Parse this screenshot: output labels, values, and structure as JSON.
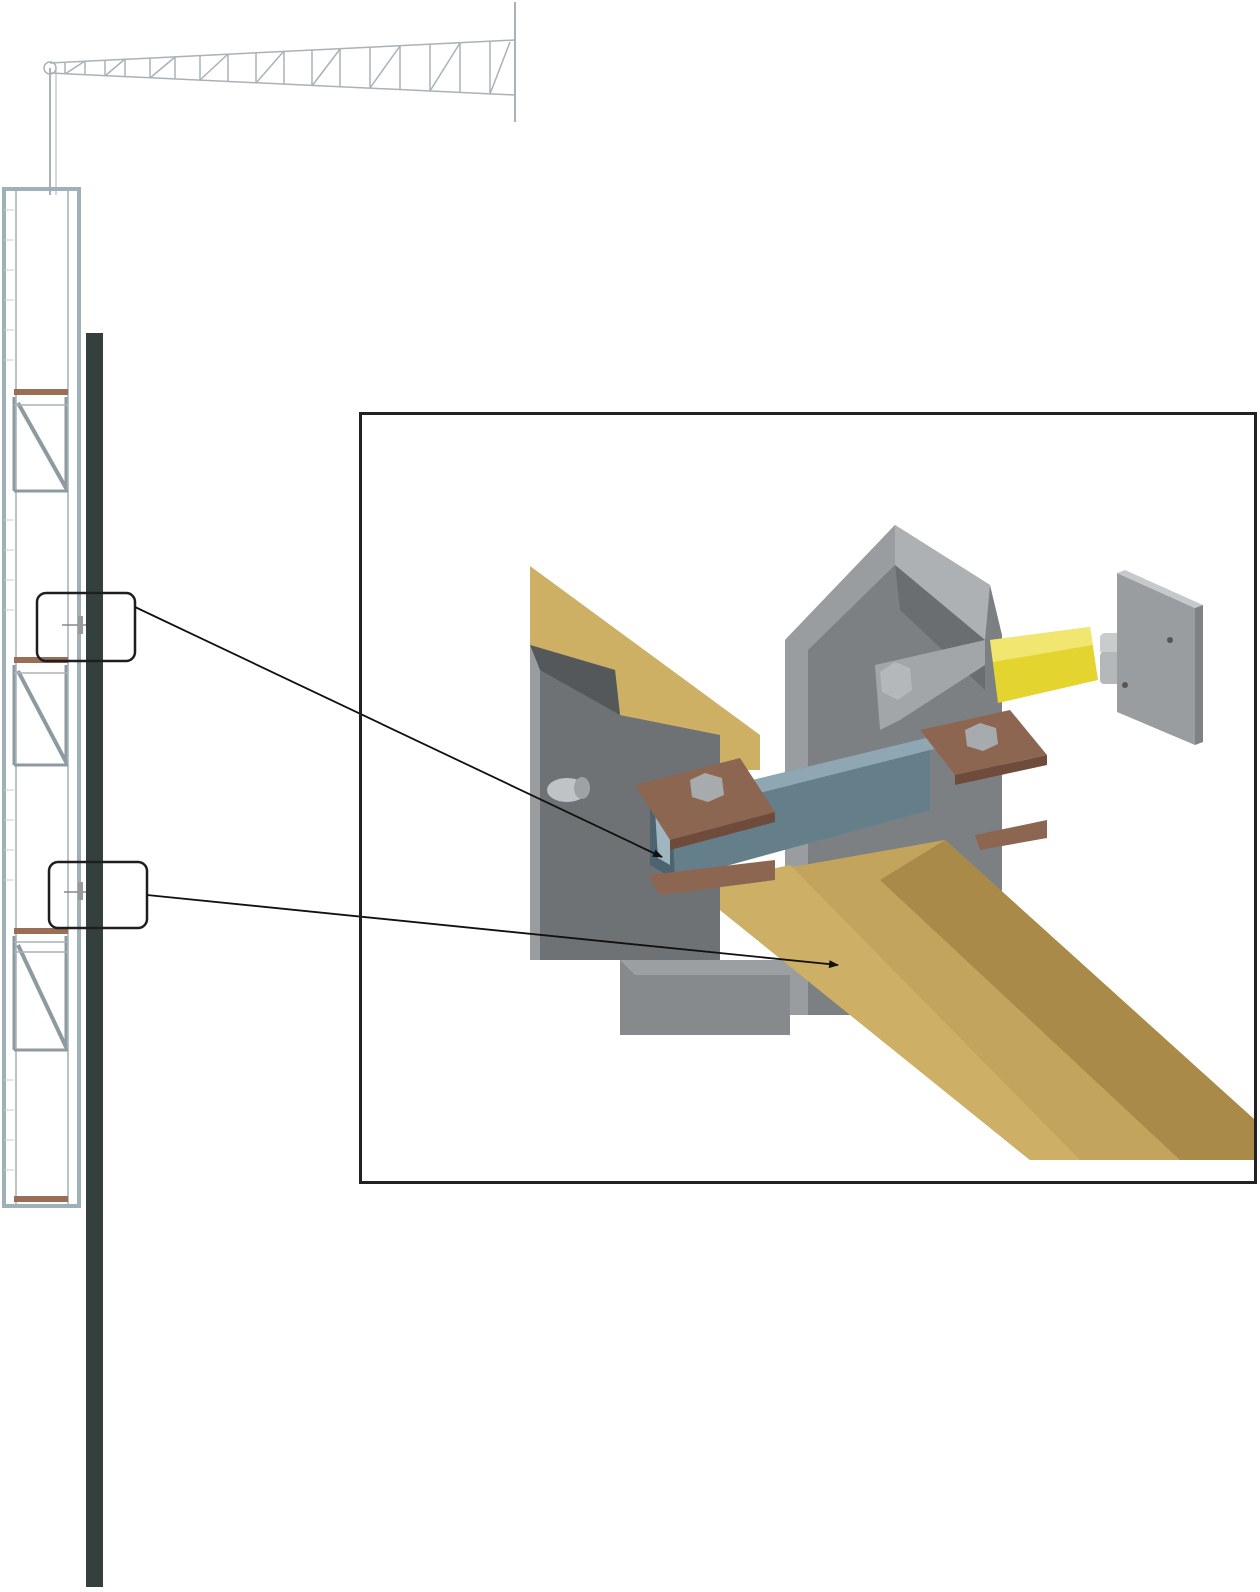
{
  "figure": {
    "view": "construction-hoist-elevation-with-bracket-detail",
    "callouts": [
      "upper-tie-bracket",
      "lower-tie-bracket"
    ]
  },
  "colors": {
    "background": "#ffffff",
    "building_wall": "#34403e",
    "mast_frame": "#9eb0b8",
    "platform_deck": "#9a6e56",
    "steel_grey": "#8a8d8f",
    "timber_beam": "#c7aa5c",
    "tube_blue": "#6f8a96",
    "pad_brown": "#8d6652",
    "jack_yellow": "#e0d030",
    "frame_line": "#222222"
  },
  "icons": {
    "jib": "lattice-jib-icon",
    "bolt": "hex-bolt-icon",
    "jack": "screw-jack-icon"
  }
}
